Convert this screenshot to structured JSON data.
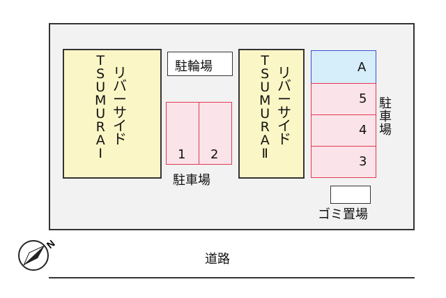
{
  "building1": {
    "name_kana": "リバーサイド",
    "name_latin": "TSUMURAI"
  },
  "building2": {
    "name_kana": "リバーサイド",
    "name_latin": "TSUMURAⅡ"
  },
  "bicycle_parking": "駐輪場",
  "parking_center": {
    "stalls": [
      "1",
      "2"
    ],
    "label": "駐車場"
  },
  "parking_right": {
    "stalls": [
      "A",
      "5",
      "4",
      "3"
    ],
    "label": "駐車場"
  },
  "garbage": "ゴミ置場",
  "road": "道路",
  "compass": {
    "letter": "N"
  },
  "colors": {
    "building": "#fbf6c6",
    "stall": "#fbe3ea",
    "stall_border": "#e0394f",
    "stall_a": "#d6eefa",
    "stall_a_border": "#3a4fd0"
  }
}
